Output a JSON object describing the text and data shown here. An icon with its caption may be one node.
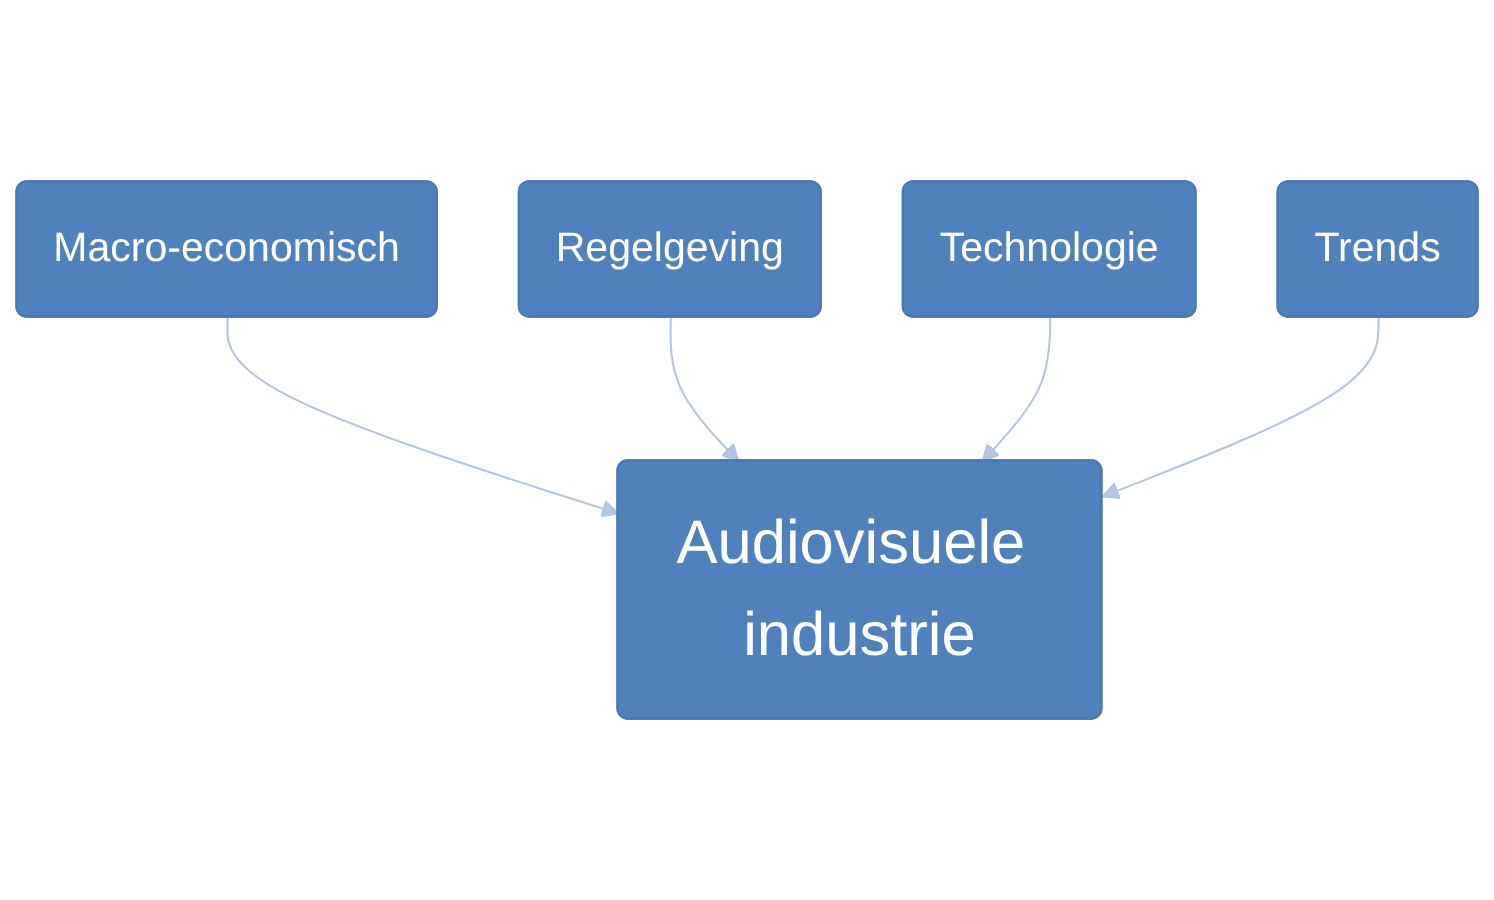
{
  "diagram": {
    "nodes": [
      {
        "text": [
          "Macro-economisch"
        ]
      },
      {
        "text": [
          "Regelgeving"
        ]
      },
      {
        "text": [
          "Audiovisuele industrie"
        ]
      },
      {
        "text": [
          "Technologie"
        ]
      },
      {
        "text": [
          "Trends"
        ]
      }
    ],
    "edges": [
      {
        "from": 0,
        "to": 2,
        "arrow": "to"
      },
      {
        "from": 1,
        "to": 2,
        "arrow": "to"
      },
      {
        "from": 3,
        "to": 2,
        "arrow": "to"
      },
      {
        "from": 4,
        "to": 2,
        "arrow": "to"
      }
    ]
  }
}
